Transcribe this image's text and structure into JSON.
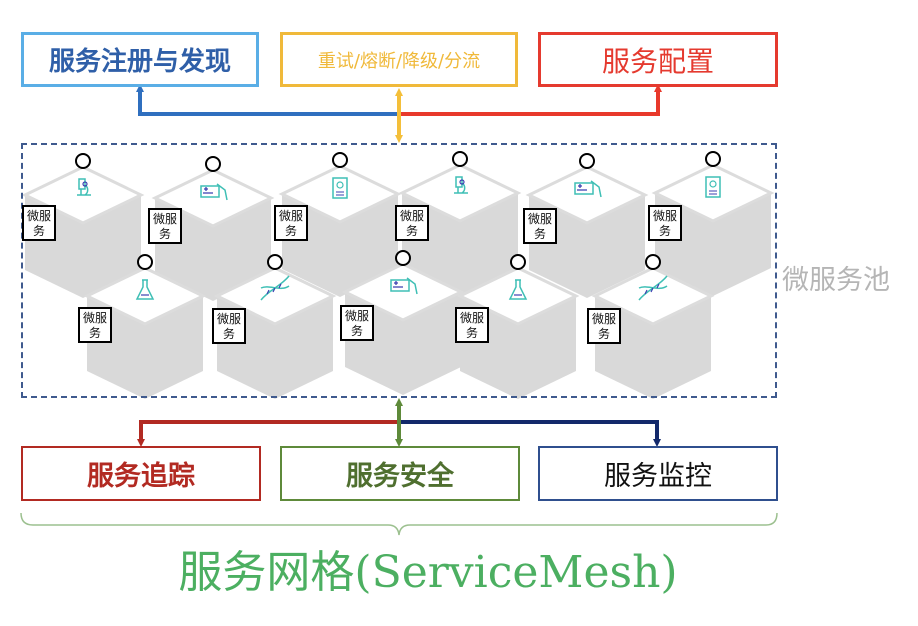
{
  "top_boxes": [
    {
      "label": "服务注册与发现",
      "color": "#2f5fa8",
      "border": "#5aaee6"
    },
    {
      "label": "重试/熔断/降级/分流",
      "color": "#f0b93a",
      "border": "#f0b93a"
    },
    {
      "label": "服务配置",
      "color": "#e53a2f",
      "border": "#e53a2f"
    }
  ],
  "bottom_boxes": [
    {
      "label": "服务追踪",
      "color": "#b22a22",
      "border": "#b22a22"
    },
    {
      "label": "服务安全",
      "color": "#4f6f2f",
      "border": "#5e8a3a"
    },
    {
      "label": "服务监控",
      "color": "#111111",
      "border": "#2f4f8e"
    }
  ],
  "connector_colors": {
    "top_left": "#2f6fbf",
    "top_right": "#e8392b",
    "top_center": "#f4bf3a",
    "bottom_left": "#b22a22",
    "bottom_right": "#13296b",
    "bottom_center": "#5e8a3a"
  },
  "pool": {
    "label": "微服务池",
    "border_color": "#3f5a8e",
    "microservices": [
      {
        "label": "微服务",
        "icon": "microscope-icon"
      },
      {
        "label": "微服务",
        "icon": "id-card-hand-icon"
      },
      {
        "label": "微服务",
        "icon": "clipboard-icon"
      },
      {
        "label": "微服务",
        "icon": "microscope-icon"
      },
      {
        "label": "微服务",
        "icon": "id-card-hand-icon"
      },
      {
        "label": "微服务",
        "icon": "clipboard-icon"
      },
      {
        "label": "微服务",
        "icon": "flask-icon"
      },
      {
        "label": "微服务",
        "icon": "dna-icon"
      },
      {
        "label": "微服务",
        "icon": "id-card-hand-icon"
      },
      {
        "label": "微服务",
        "icon": "flask-icon"
      },
      {
        "label": "微服务",
        "icon": "dna-icon"
      }
    ]
  },
  "brace_color": "#9cc08f",
  "title": "服务网格(ServiceMesh)"
}
